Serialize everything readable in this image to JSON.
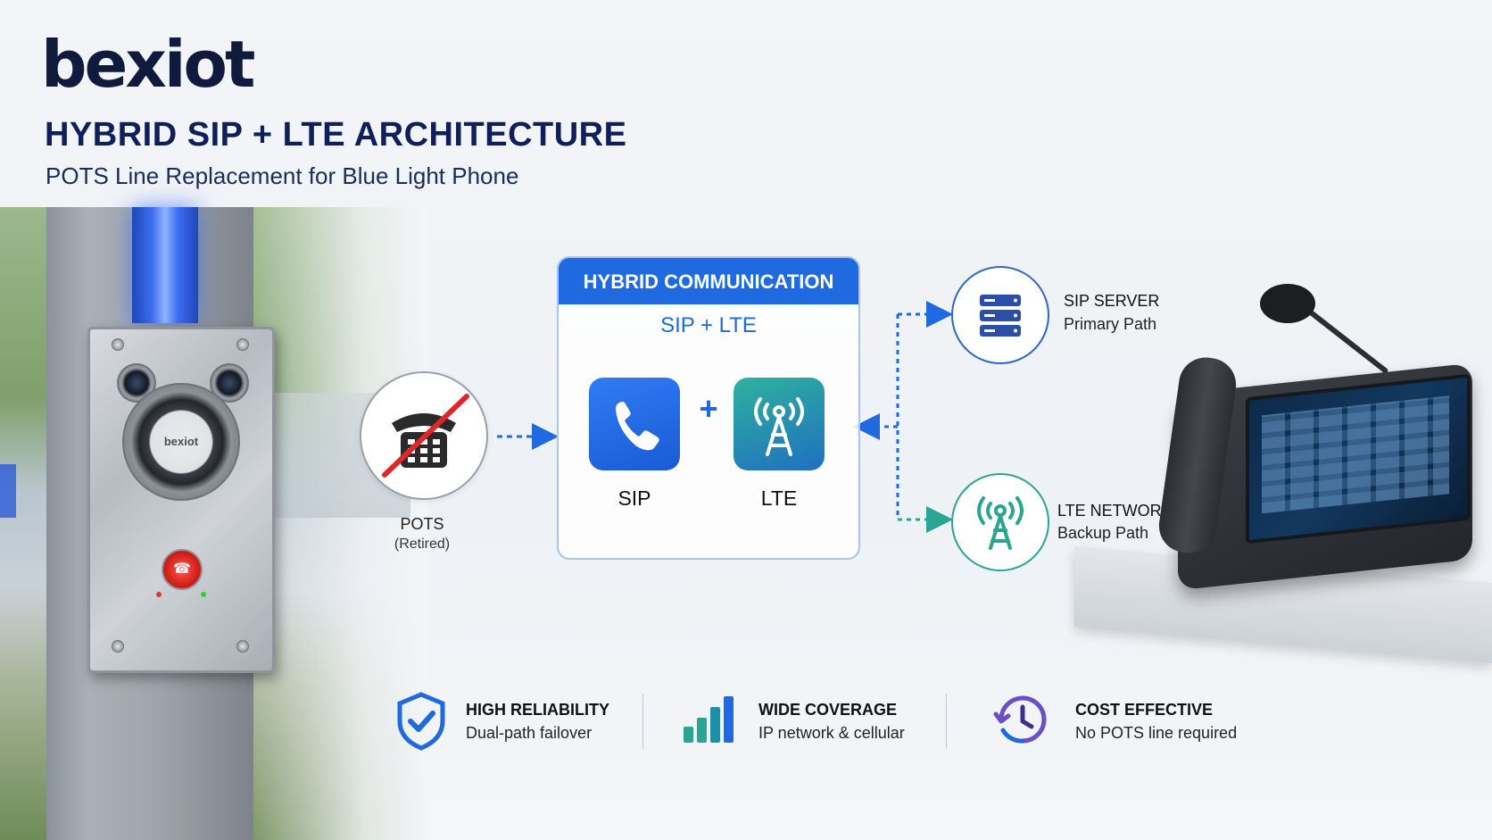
{
  "brand": {
    "logo_text": "bexiot"
  },
  "header": {
    "title": "HYBRID SIP + LTE ARCHITECTURE",
    "subtitle": "POTS Line Replacement for Blue Light Phone"
  },
  "device": {
    "speaker_logo": "bexiot"
  },
  "pots": {
    "label": "POTS",
    "status": "(Retired)"
  },
  "hybrid": {
    "header": "HYBRID COMMUNICATION",
    "subtitle": "SIP + LTE",
    "plus": "+",
    "left_label": "SIP",
    "right_label": "LTE"
  },
  "paths": [
    {
      "title": "SIP SERVER",
      "subtitle": "Primary Path"
    },
    {
      "title": "LTE NETWORK",
      "subtitle": "Backup Path"
    }
  ],
  "features": [
    {
      "title": "HIGH RELIABILITY",
      "subtitle": "Dual-path failover"
    },
    {
      "title": "WIDE COVERAGE",
      "subtitle": "IP network & cellular"
    },
    {
      "title": "COST EFFECTIVE",
      "subtitle": "No POTS line required"
    }
  ],
  "colors": {
    "primary_blue": "#1f6ae0",
    "navy": "#0f1f5c",
    "teal": "#2aa493",
    "alert_red": "#e0262a",
    "purple": "#6b4fc8"
  }
}
